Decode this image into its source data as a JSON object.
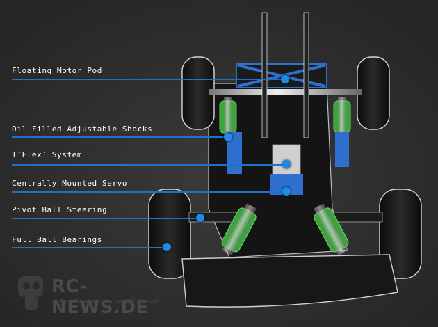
{
  "callouts": [
    {
      "label": "Floating Motor Pod"
    },
    {
      "label": "Oil Filled Adjustable Shocks"
    },
    {
      "label": "T’Flex’ System"
    },
    {
      "label": "Centrally Mounted Servo"
    },
    {
      "label": "Pivot Ball Steering"
    },
    {
      "label": "Full Ball Bearings"
    }
  ],
  "watermark": {
    "name": "RC-NEWS.DE",
    "tagline": "Das Neueste aus der RC-Szene!"
  },
  "colors": {
    "background": "#2e2e2e",
    "accent": "#1e73c8",
    "shock_spring": "#3aa63a",
    "anodized_blue": "#2f6fd0",
    "chassis": "#151515"
  }
}
